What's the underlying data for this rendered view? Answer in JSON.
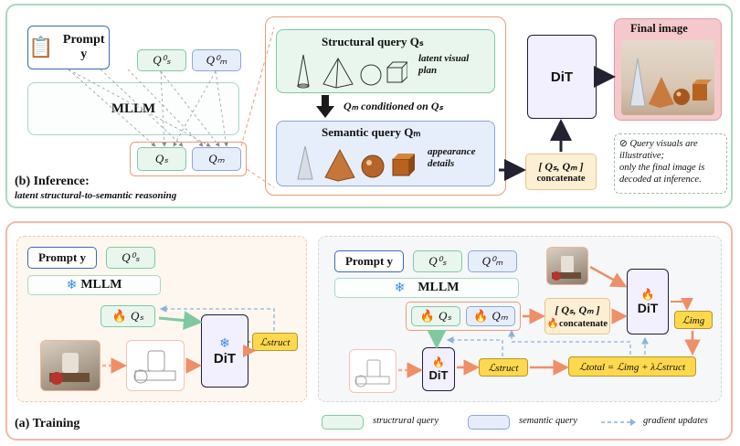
{
  "inference": {
    "panel_title": "(b) Inference:",
    "panel_subtitle": "latent structural-to-semantic reasoning",
    "prompt_label": "Prompt y",
    "qs0_label": "Q⁰ₛ",
    "qm0_label": "Q⁰ₘ",
    "mllm_label": "MLLM",
    "qs_label": "Qₛ",
    "qm_label": "Qₘ",
    "structural_title": "Structural query Qₛ",
    "structural_note_1": "latent visual",
    "structural_note_2": "plan",
    "conditioned_label": "Qₘ conditioned on Qₛ",
    "semantic_title": "Semantic query Qₘ",
    "semantic_note_1": "appearance",
    "semantic_note_2": "details",
    "concat_top": "[ Qₛ, Qₘ ]",
    "concat_bottom": "concatenate",
    "dit_label": "DiT",
    "final_image_label": "Final image",
    "note_line1": "Query visuals are",
    "note_line2": "illustrative;",
    "note_line3": "only the final image is",
    "note_line4": "decoded at inference."
  },
  "training": {
    "panel_title": "(a) Training",
    "left": {
      "prompt_label": "Prompt y",
      "qs0_label": "Q⁰ₛ",
      "mllm_label": "MLLM",
      "qs_label": "Qₛ",
      "dit_label": "DiT",
      "loss_label": "ℒstruct"
    },
    "right": {
      "prompt_label": "Prompt y",
      "qs0_label": "Q⁰ₛ",
      "qm0_label": "Q⁰ₘ",
      "mllm_label": "MLLM",
      "qs_label": "Qₛ",
      "qm_label": "Qₘ",
      "concat_top": "[ Qₛ, Qₘ ]",
      "concat_bottom": "concatenate",
      "dit_top_label": "DiT",
      "dit_bottom_label": "DiT",
      "loss_img": "ℒimg",
      "loss_struct": "ℒstruct",
      "loss_total": "ℒtotal = ℒimg + λℒstruct"
    },
    "legend": {
      "structural": "structrural query",
      "semantic": "semantic query",
      "gradient": "gradient updates"
    }
  },
  "colors": {
    "inference_border": "#a8d9c0",
    "training_border": "#f4b8a6",
    "arrow_orange": "#ee8f67",
    "arrow_dark": "#222233",
    "dashed_blue": "#8ab3dd",
    "structural_fill": "#e8f6ee",
    "semantic_fill": "#e7eefb",
    "loss_yellow": "#ffd84d"
  }
}
